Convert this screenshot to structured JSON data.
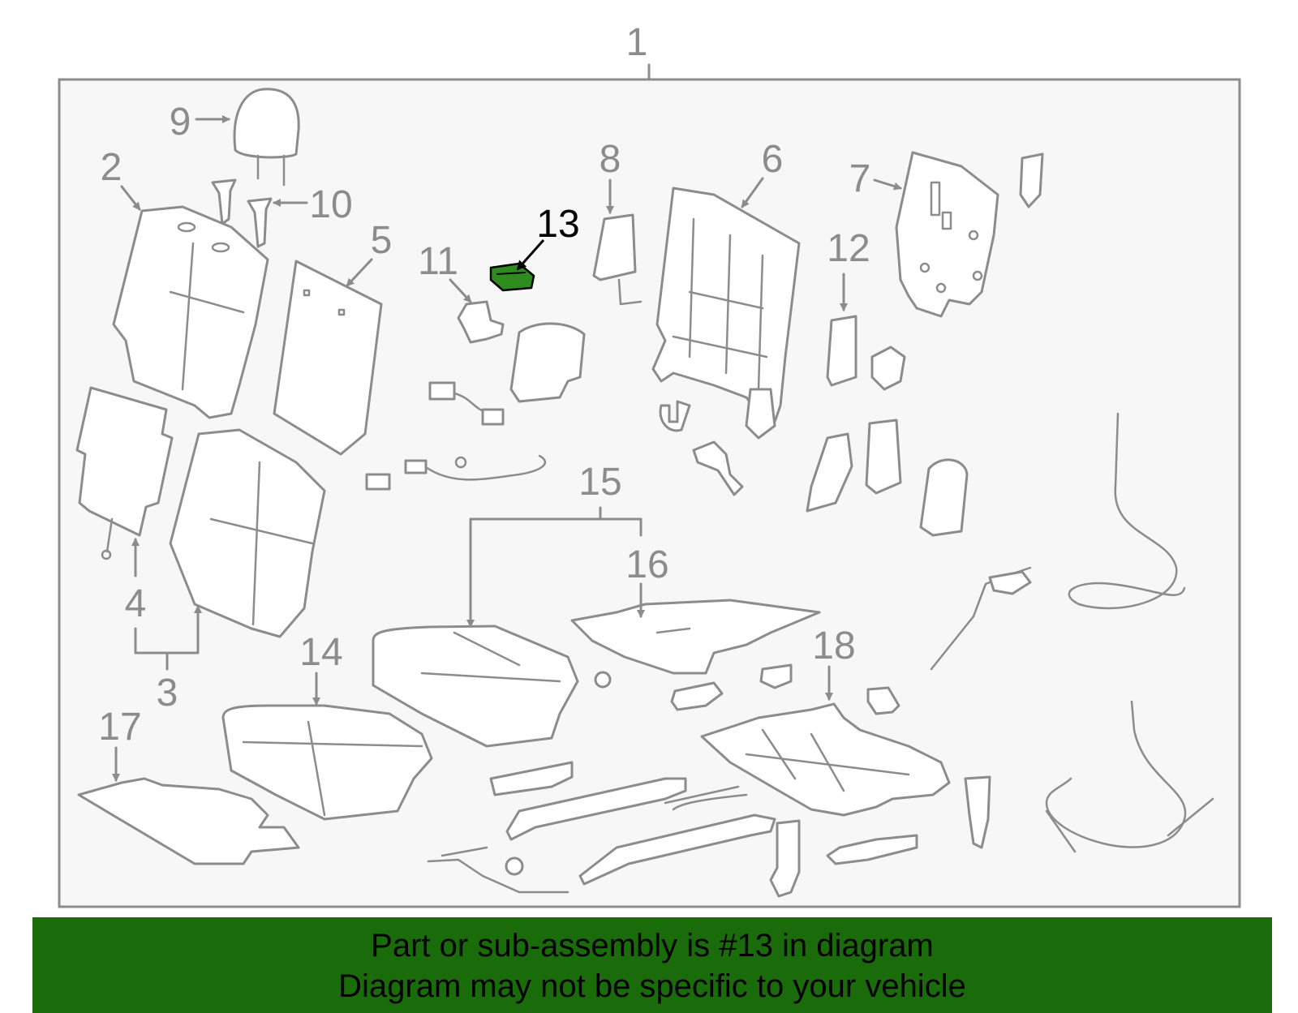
{
  "diagram": {
    "callouts": [
      {
        "id": "1",
        "label": "1"
      },
      {
        "id": "2",
        "label": "2"
      },
      {
        "id": "3",
        "label": "3"
      },
      {
        "id": "4",
        "label": "4"
      },
      {
        "id": "5",
        "label": "5"
      },
      {
        "id": "6",
        "label": "6"
      },
      {
        "id": "7",
        "label": "7"
      },
      {
        "id": "8",
        "label": "8"
      },
      {
        "id": "9",
        "label": "9"
      },
      {
        "id": "10",
        "label": "10"
      },
      {
        "id": "11",
        "label": "11"
      },
      {
        "id": "12",
        "label": "12"
      },
      {
        "id": "13",
        "label": "13"
      },
      {
        "id": "14",
        "label": "14"
      },
      {
        "id": "15",
        "label": "15"
      },
      {
        "id": "16",
        "label": "16"
      },
      {
        "id": "17",
        "label": "17"
      },
      {
        "id": "18",
        "label": "18"
      }
    ],
    "highlighted_part": "13",
    "colors": {
      "line": "#8c8c8c",
      "panel": "#f7f7f7",
      "highlight_part": "#2e8b1e",
      "banner": "#1a6b0a"
    }
  },
  "banner": {
    "line1": "Part or sub-assembly is #13 in diagram",
    "line2": "Diagram may not be specific to your vehicle"
  }
}
